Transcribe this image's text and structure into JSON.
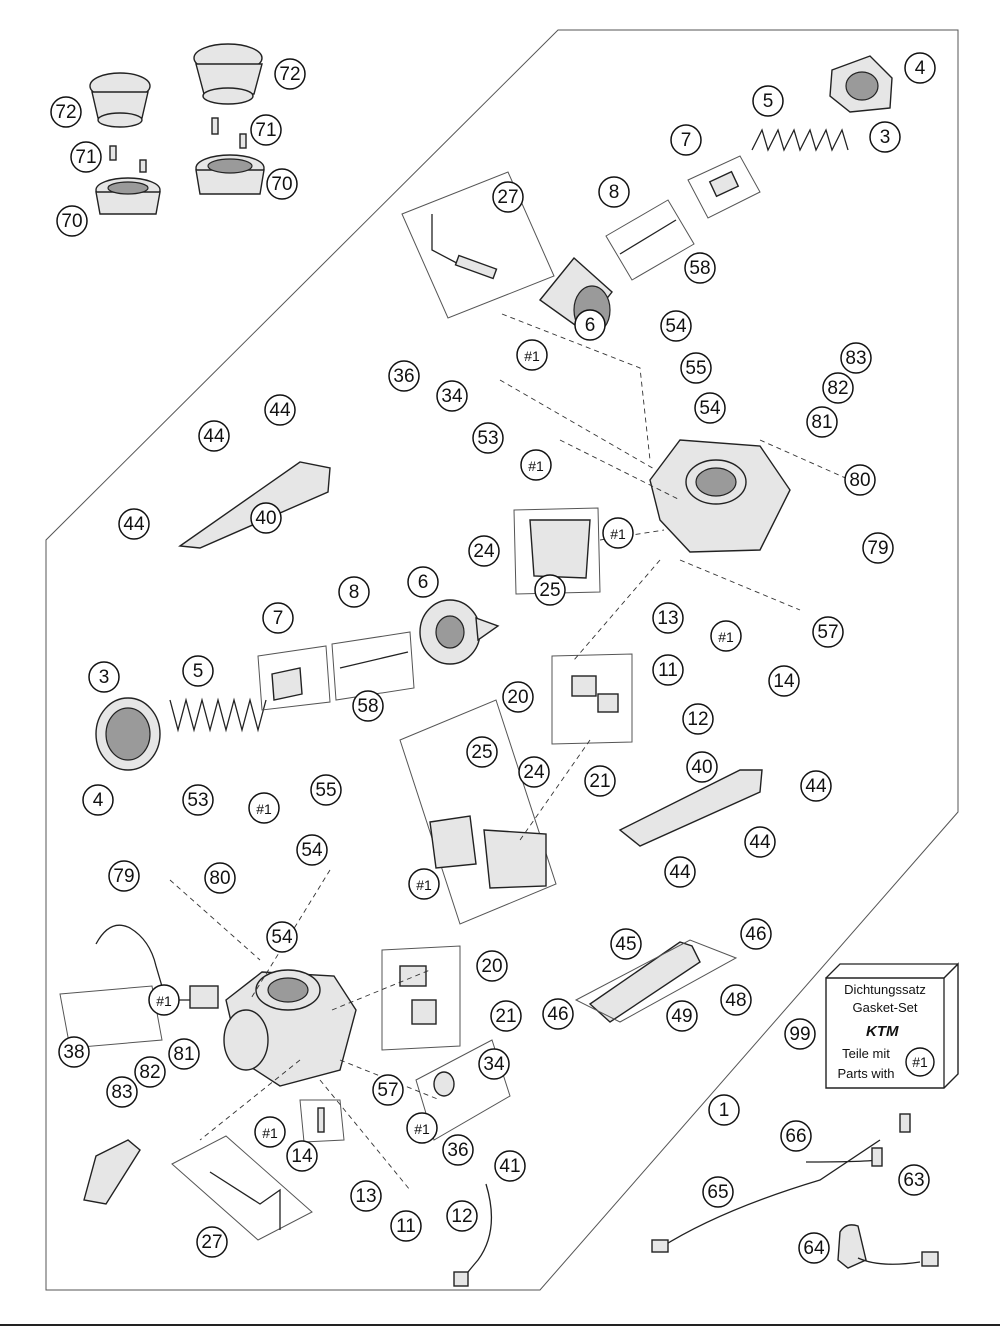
{
  "callouts": [
    {
      "id": "c72a",
      "text": "72"
    },
    {
      "id": "c72b",
      "text": "72"
    },
    {
      "id": "c71a",
      "text": "71"
    },
    {
      "id": "c71b",
      "text": "71"
    },
    {
      "id": "c70a",
      "text": "70"
    },
    {
      "id": "c70b",
      "text": "70"
    },
    {
      "id": "c4a",
      "text": "4"
    },
    {
      "id": "c5a",
      "text": "5"
    },
    {
      "id": "c3a",
      "text": "3"
    },
    {
      "id": "c7a",
      "text": "7"
    },
    {
      "id": "c27a",
      "text": "27"
    },
    {
      "id": "c8a",
      "text": "8"
    },
    {
      "id": "c58a",
      "text": "58"
    },
    {
      "id": "c6a",
      "text": "6"
    },
    {
      "id": "c54a",
      "text": "54"
    },
    {
      "id": "c83a",
      "text": "83"
    },
    {
      "id": "c55a",
      "text": "55"
    },
    {
      "id": "c82a",
      "text": "82"
    },
    {
      "id": "c36a",
      "text": "36"
    },
    {
      "id": "c1a",
      "text": "#1"
    },
    {
      "id": "c54b",
      "text": "54"
    },
    {
      "id": "c81a",
      "text": "81"
    },
    {
      "id": "c34a",
      "text": "34"
    },
    {
      "id": "c44a",
      "text": "44"
    },
    {
      "id": "c44b",
      "text": "44"
    },
    {
      "id": "c53a",
      "text": "53"
    },
    {
      "id": "c1b",
      "text": "#1"
    },
    {
      "id": "c80a",
      "text": "80"
    },
    {
      "id": "c40a",
      "text": "40"
    },
    {
      "id": "c79a",
      "text": "79"
    },
    {
      "id": "c44c",
      "text": "44"
    },
    {
      "id": "c24a",
      "text": "24"
    },
    {
      "id": "c1c",
      "text": "#1"
    },
    {
      "id": "c25a",
      "text": "25"
    },
    {
      "id": "c6b",
      "text": "6"
    },
    {
      "id": "c8b",
      "text": "8"
    },
    {
      "id": "c7b",
      "text": "7"
    },
    {
      "id": "c13a",
      "text": "13"
    },
    {
      "id": "c57a",
      "text": "57"
    },
    {
      "id": "c1d",
      "text": "#1"
    },
    {
      "id": "c3b",
      "text": "3"
    },
    {
      "id": "c5b",
      "text": "5"
    },
    {
      "id": "c11a",
      "text": "11"
    },
    {
      "id": "c14a",
      "text": "14"
    },
    {
      "id": "c58b",
      "text": "58"
    },
    {
      "id": "c20a",
      "text": "20"
    },
    {
      "id": "c12a",
      "text": "12"
    },
    {
      "id": "c25b",
      "text": "25"
    },
    {
      "id": "c24b",
      "text": "24"
    },
    {
      "id": "c40b",
      "text": "40"
    },
    {
      "id": "c21a",
      "text": "21"
    },
    {
      "id": "c4b",
      "text": "4"
    },
    {
      "id": "c44d",
      "text": "44"
    },
    {
      "id": "c53b",
      "text": "53"
    },
    {
      "id": "c1e",
      "text": "#1"
    },
    {
      "id": "c55b",
      "text": "55"
    },
    {
      "id": "c44e",
      "text": "44"
    },
    {
      "id": "c54c",
      "text": "54"
    },
    {
      "id": "c44f",
      "text": "44"
    },
    {
      "id": "c79b",
      "text": "79"
    },
    {
      "id": "c80b",
      "text": "80"
    },
    {
      "id": "c1f",
      "text": "#1"
    },
    {
      "id": "c54d",
      "text": "54"
    },
    {
      "id": "c20b",
      "text": "20"
    },
    {
      "id": "c45a",
      "text": "45"
    },
    {
      "id": "c46a",
      "text": "46"
    },
    {
      "id": "c1g",
      "text": "#1"
    },
    {
      "id": "c48a",
      "text": "48"
    },
    {
      "id": "c21b",
      "text": "21"
    },
    {
      "id": "c46b",
      "text": "46"
    },
    {
      "id": "c49a",
      "text": "49"
    },
    {
      "id": "c99a",
      "text": "99"
    },
    {
      "id": "c38a",
      "text": "38"
    },
    {
      "id": "c81b",
      "text": "81"
    },
    {
      "id": "c82b",
      "text": "82"
    },
    {
      "id": "c83b",
      "text": "83"
    },
    {
      "id": "c34b",
      "text": "34"
    },
    {
      "id": "c57b",
      "text": "57"
    },
    {
      "id": "c1h",
      "text": "1"
    },
    {
      "id": "c1i",
      "text": "#1"
    },
    {
      "id": "c1j",
      "text": "#1"
    },
    {
      "id": "c36b",
      "text": "36"
    },
    {
      "id": "c14b",
      "text": "14"
    },
    {
      "id": "c41a",
      "text": "41"
    },
    {
      "id": "c66a",
      "text": "66"
    },
    {
      "id": "c13b",
      "text": "13"
    },
    {
      "id": "c11b",
      "text": "11"
    },
    {
      "id": "c12b",
      "text": "12"
    },
    {
      "id": "c65a",
      "text": "65"
    },
    {
      "id": "c63a",
      "text": "63"
    },
    {
      "id": "c27b",
      "text": "27"
    },
    {
      "id": "c64a",
      "text": "64"
    }
  ],
  "gasket_set": {
    "line1": "Dichtungssatz",
    "line2": "Gasket-Set",
    "brand": "KTM",
    "line3": "Teile mit",
    "line4": "Parts with",
    "badge": "#1"
  }
}
